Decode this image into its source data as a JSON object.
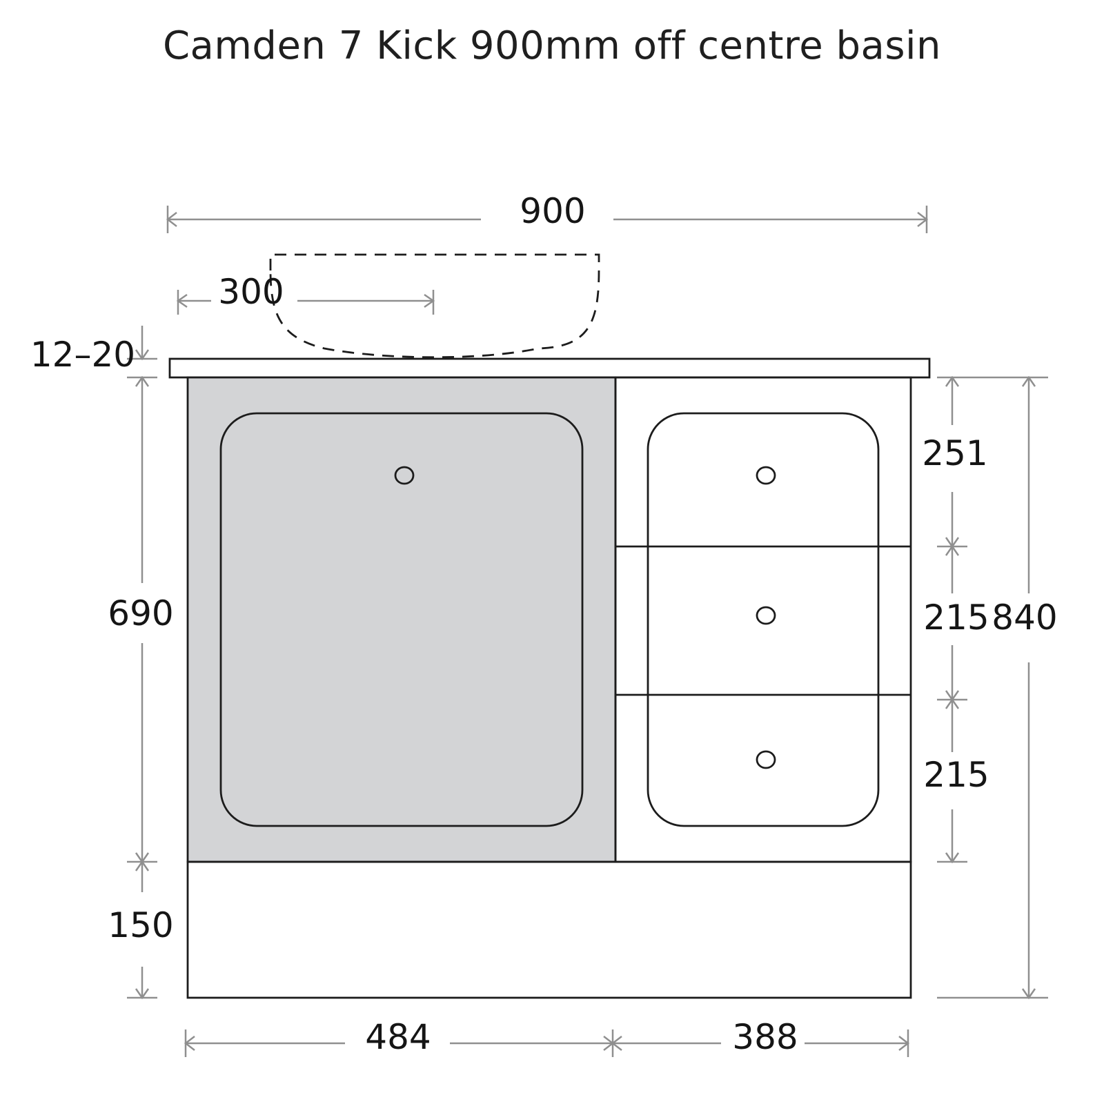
{
  "title": "Camden 7 Kick 900mm off centre basin",
  "colors": {
    "outline": "#1c1c1c",
    "dimension_line": "#8f8f8f",
    "cupboard_fill": "#d3d4d6",
    "background": "#ffffff"
  },
  "dimensions": {
    "overall_width": "900",
    "basin_offset": "300",
    "top_thickness": "12–20",
    "cabinet_height": "690",
    "kick_height": "150",
    "drawer_top": "251",
    "drawer_middle": "215",
    "overall_height": "840",
    "drawer_bottom": "215",
    "door_width": "484",
    "drawer_width": "388"
  }
}
